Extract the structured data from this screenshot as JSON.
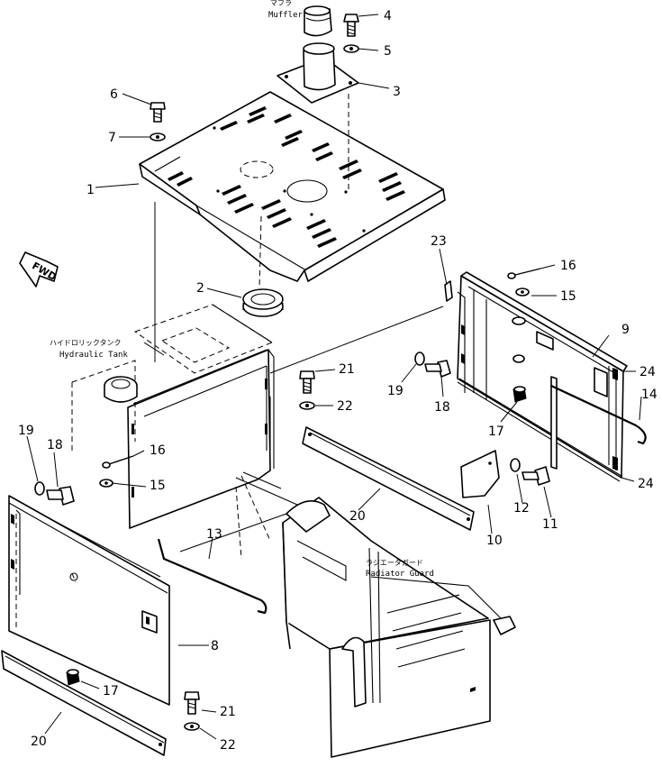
{
  "notes": {
    "muffler_jp": "マフラ",
    "muffler_en": "Muffler",
    "tank_jp": "ハイドロリックタンク",
    "tank_en": "Hydraulic Tank",
    "radiator_jp": "ラジエータガード",
    "radiator_en": "Radiator Guard",
    "fwd": "FWD"
  },
  "callouts": {
    "c1": "1",
    "c2": "2",
    "c3": "3",
    "c4": "4",
    "c5": "5",
    "c6": "6",
    "c7": "7",
    "c8": "8",
    "c9": "9",
    "c10": "10",
    "c11": "11",
    "c12": "12",
    "c13": "13",
    "c14": "14",
    "c15a": "15",
    "c15b": "15",
    "c16a": "16",
    "c16b": "16",
    "c17a": "17",
    "c17b": "17",
    "c18a": "18",
    "c18b": "18",
    "c19a": "19",
    "c19b": "19",
    "c20a": "20",
    "c20b": "20",
    "c21a": "21",
    "c21b": "21",
    "c22a": "22",
    "c22b": "22",
    "c23": "23",
    "c24a": "24",
    "c24b": "24"
  }
}
